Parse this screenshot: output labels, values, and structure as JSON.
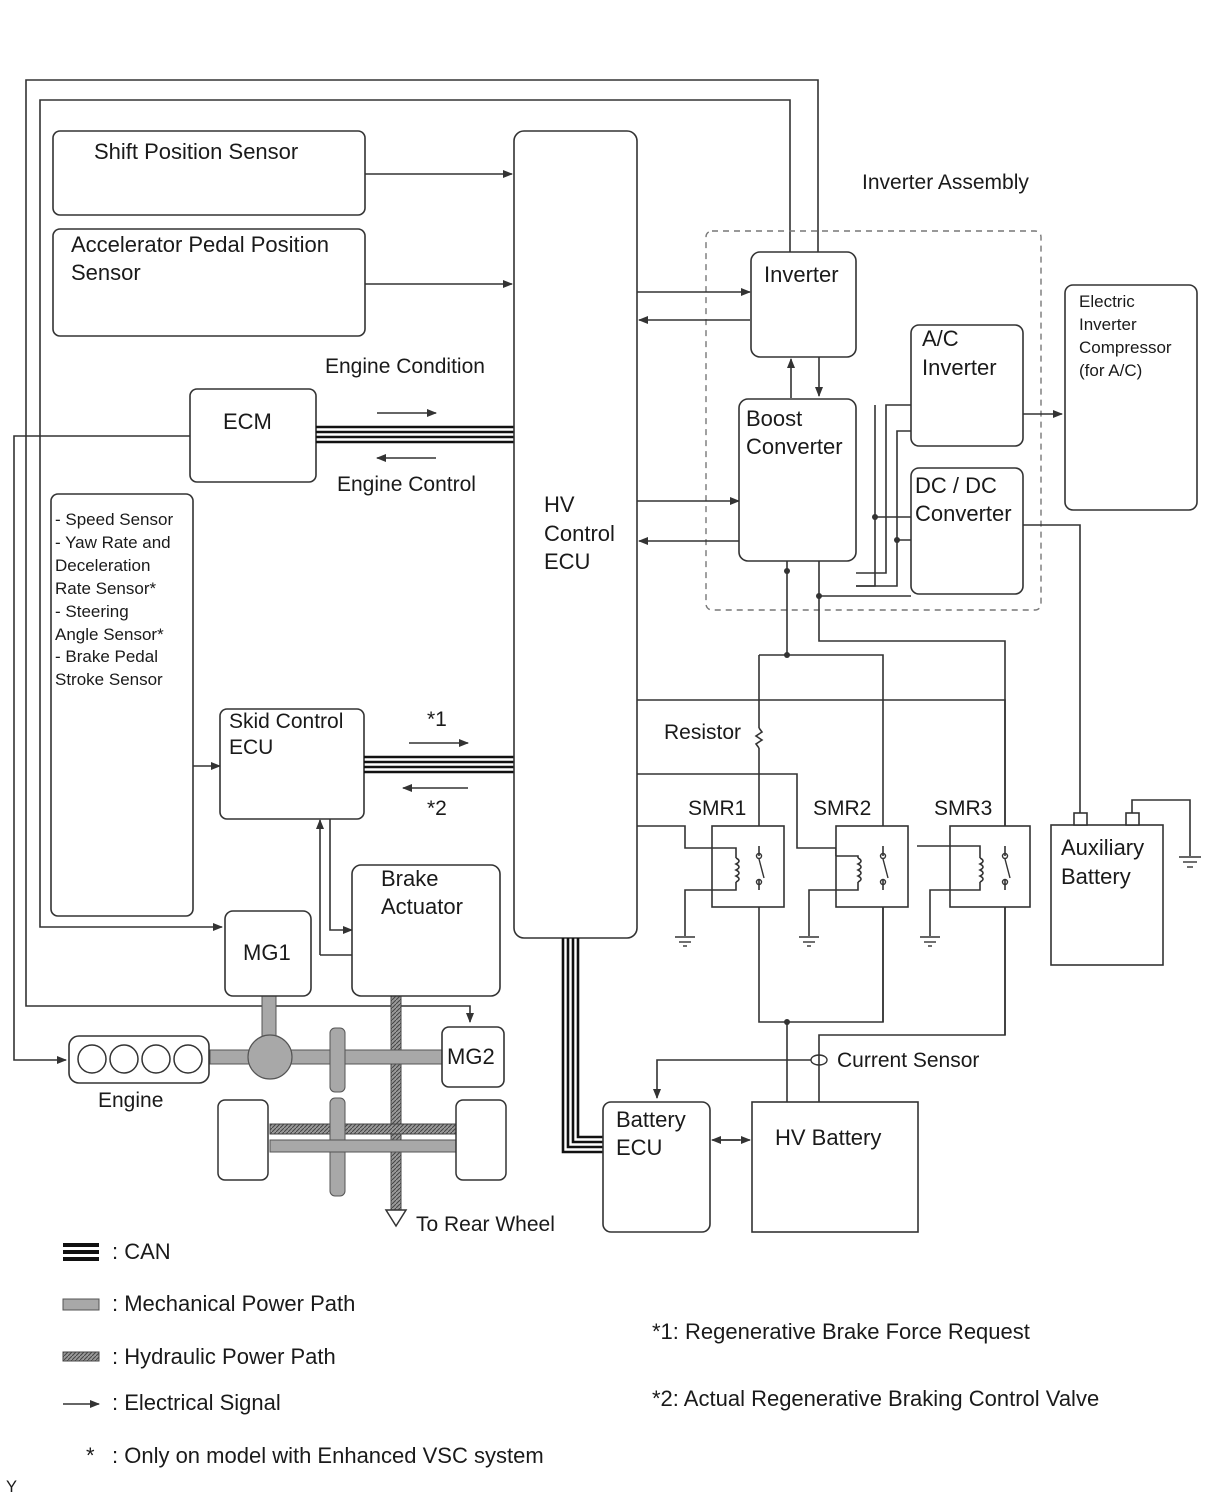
{
  "blocks": {
    "shift_position_sensor": "Shift Position Sensor",
    "accelerator_sensor": [
      "Accelerator Pedal Position",
      "Sensor"
    ],
    "ecm": "ECM",
    "hv_control_ecu": [
      "HV",
      "Control",
      "ECU"
    ],
    "sensor_list": [
      "- Speed Sensor",
      "- Yaw Rate and",
      "Deceleration",
      "Rate Sensor*",
      "- Steering",
      "Angle Sensor*",
      "- Brake Pedal",
      "Stroke Sensor"
    ],
    "skid_control_ecu": [
      "Skid Control",
      "ECU"
    ],
    "brake_actuator": [
      "Brake",
      "Actuator"
    ],
    "mg1": "MG1",
    "mg2": "MG2",
    "engine": "Engine",
    "inverter_assembly": "Inverter Assembly",
    "inverter": "Inverter",
    "boost_converter": [
      "Boost",
      "Converter"
    ],
    "ac_inverter": [
      "A/C",
      "Inverter"
    ],
    "dcdc_converter": [
      "DC / DC",
      "Converter"
    ],
    "electric_inverter_compressor": [
      "Electric",
      "Inverter",
      "Compressor",
      "(for A/C)"
    ],
    "auxiliary_battery": [
      "Auxiliary",
      "Battery"
    ],
    "resistor": "Resistor",
    "smr1": "SMR1",
    "smr2": "SMR2",
    "smr3": "SMR3",
    "current_sensor": "Current Sensor",
    "battery_ecu": [
      "Battery",
      "ECU"
    ],
    "hv_battery": "HV Battery",
    "to_rear_wheel": "To Rear Wheel"
  },
  "signals": {
    "engine_condition": "Engine Condition",
    "engine_control": "Engine Control",
    "star1": "*1",
    "star2": "*2"
  },
  "legend": {
    "can": ": CAN",
    "mechanical": ": Mechanical Power Path",
    "hydraulic": ": Hydraulic Power Path",
    "electrical": ": Electrical Signal",
    "star": "*",
    "star_note": ": Only on model with Enhanced VSC system"
  },
  "notes": {
    "note1": "*1: Regenerative Brake Force Request",
    "note2": "*2: Actual Regenerative Braking Control Valve"
  },
  "corner_mark": "Y"
}
